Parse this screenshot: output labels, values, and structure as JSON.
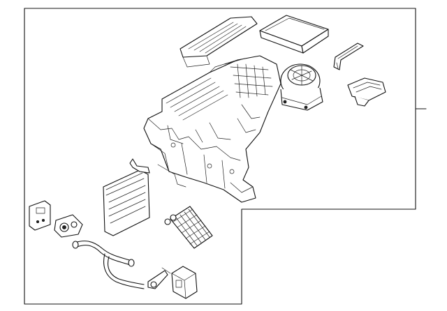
{
  "diagram": {
    "parts": [
      {
        "name": "heater-ac-unit-assembly",
        "icon": "hvac-housing-icon"
      },
      {
        "name": "cabin-air-filter",
        "icon": "filter-icon"
      },
      {
        "name": "seal-gasket",
        "icon": "gasket-icon"
      },
      {
        "name": "blower-motor",
        "icon": "fan-motor-icon"
      },
      {
        "name": "blower-resistor",
        "icon": "resistor-icon"
      },
      {
        "name": "evaporator-core",
        "icon": "evaporator-icon"
      },
      {
        "name": "heater-core",
        "icon": "heater-core-icon"
      },
      {
        "name": "expansion-valve",
        "icon": "valve-icon"
      },
      {
        "name": "temperature-sensor",
        "icon": "sensor-icon"
      },
      {
        "name": "drain-hose",
        "icon": "hose-icon"
      },
      {
        "name": "mode-door-actuator",
        "icon": "actuator-icon"
      }
    ],
    "colors": {
      "line": "#111111",
      "background": "#ffffff"
    }
  }
}
